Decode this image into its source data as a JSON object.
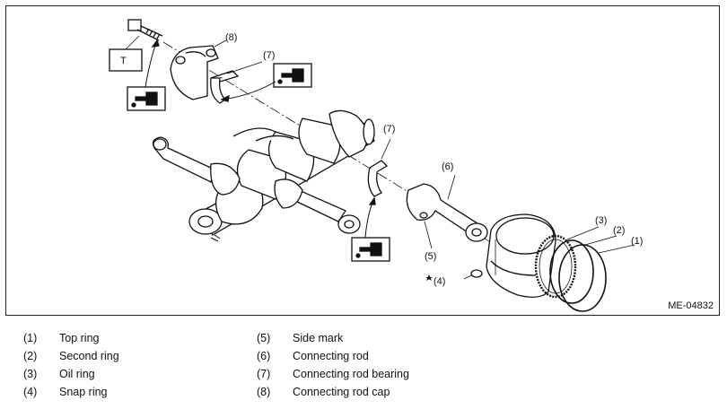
{
  "diagram": {
    "figure_id": "ME-04832",
    "callouts": {
      "c1": "(1)",
      "c2": "(2)",
      "c3": "(3)",
      "c4": "(4)",
      "c5": "(5)",
      "c6": "(6)",
      "c7a": "(7)",
      "c7b": "(7)",
      "c8": "(8)",
      "torque_box": "T"
    }
  },
  "legend": {
    "left": [
      {
        "num": "(1)",
        "text": "Top ring"
      },
      {
        "num": "(2)",
        "text": "Second ring"
      },
      {
        "num": "(3)",
        "text": "Oil ring"
      },
      {
        "num": "(4)",
        "text": "Snap ring"
      }
    ],
    "right": [
      {
        "num": "(5)",
        "text": "Side mark"
      },
      {
        "num": "(6)",
        "text": "Connecting rod"
      },
      {
        "num": "(7)",
        "text": "Connecting rod bearing"
      },
      {
        "num": "(8)",
        "text": "Connecting rod cap"
      }
    ]
  }
}
